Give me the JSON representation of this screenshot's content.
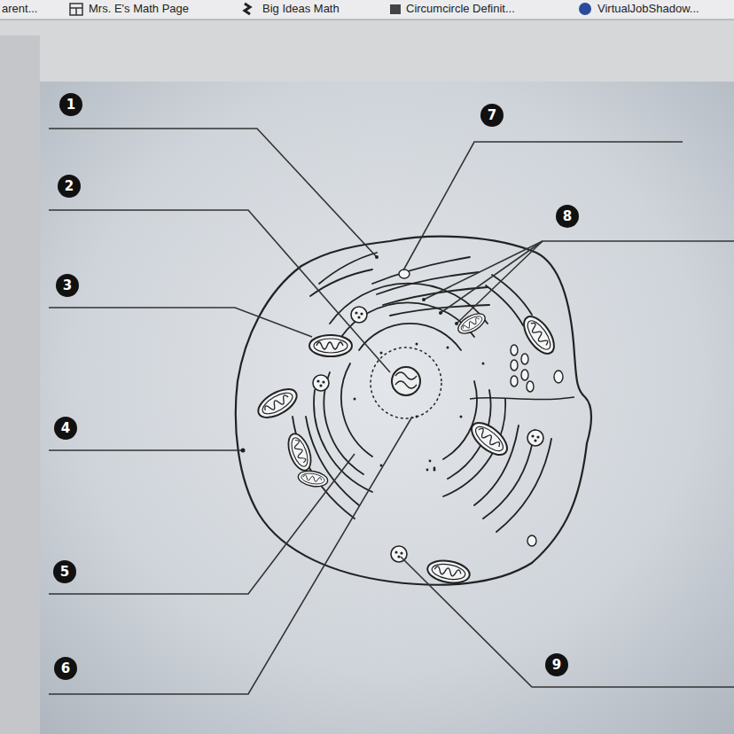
{
  "diagram": {
    "nodes": [
      {
        "text": [
          "1"
        ]
      },
      {
        "text": [
          "2"
        ]
      },
      {
        "text": [
          "3"
        ]
      },
      {
        "text": [
          "4"
        ]
      },
      {
        "text": [
          "5"
        ]
      },
      {
        "text": [
          "6"
        ]
      },
      {
        "text": [
          "7"
        ]
      },
      {
        "text": [
          "8"
        ]
      },
      {
        "text": [
          "9"
        ]
      }
    ],
    "labels": [
      "arent...",
      "Mrs. E's Math Page",
      "Big Ideas Math",
      "Circumcircle Definit...",
      "VirtualJobShadow..."
    ]
  }
}
